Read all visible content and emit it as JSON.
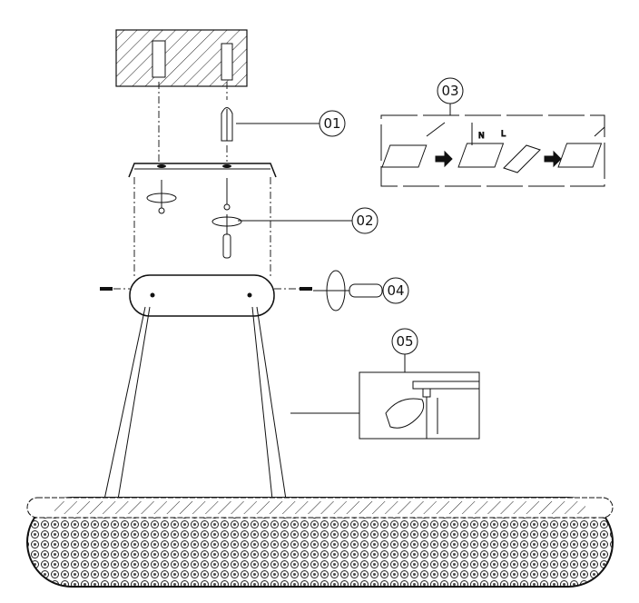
{
  "steps": [
    {
      "label": "01"
    },
    {
      "label": "02"
    },
    {
      "label": "03"
    },
    {
      "label": "04"
    },
    {
      "label": "05"
    }
  ],
  "wire_labels": {
    "neutral": "N",
    "live": "L"
  }
}
